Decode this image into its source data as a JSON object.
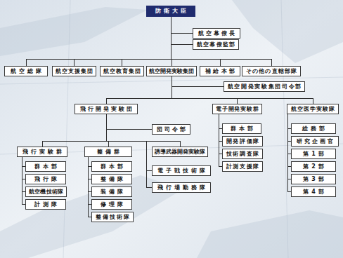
{
  "diagram": {
    "nodes": [
      {
        "text": [
          "防衛大臣"
        ]
      },
      {
        "text": [
          "航空幕僚長"
        ]
      },
      {
        "text": [
          "航空幕僚監部"
        ]
      },
      {
        "text": [
          "航空総隊"
        ]
      },
      {
        "text": [
          "航空支援集団"
        ]
      },
      {
        "text": [
          "航空教育集団"
        ]
      },
      {
        "text": [
          "航空開発実験集団"
        ]
      },
      {
        "text": [
          "補給本部"
        ]
      },
      {
        "text": [
          "その他の直轄部隊"
        ]
      },
      {
        "text": [
          "航空開発実験集団司令部"
        ]
      },
      {
        "text": [
          "飛行開発実験団"
        ]
      },
      {
        "text": [
          "電子開発実験群"
        ]
      },
      {
        "text": [
          "航空医学実験隊"
        ]
      },
      {
        "text": [
          "団司令部"
        ]
      },
      {
        "text": [
          "飛行実験群"
        ]
      },
      {
        "text": [
          "整備群"
        ]
      },
      {
        "text": [
          "誘導武器開発実験隊"
        ]
      },
      {
        "text": [
          "群本部"
        ]
      },
      {
        "text": [
          "飛行隊"
        ]
      },
      {
        "text": [
          "航空機技術隊"
        ]
      },
      {
        "text": [
          "計測隊"
        ]
      },
      {
        "text": [
          "群本部"
        ]
      },
      {
        "text": [
          "整備隊"
        ]
      },
      {
        "text": [
          "装備隊"
        ]
      },
      {
        "text": [
          "修理隊"
        ]
      },
      {
        "text": [
          "整備技術隊"
        ]
      },
      {
        "text": [
          "電子戦技術隊"
        ]
      },
      {
        "text": [
          "飛行場勤務隊"
        ]
      },
      {
        "text": [
          "群本部"
        ]
      },
      {
        "text": [
          "開発評価隊"
        ]
      },
      {
        "text": [
          "技術調査隊"
        ]
      },
      {
        "text": [
          "計測支援隊"
        ]
      },
      {
        "text": [
          "総務部"
        ]
      },
      {
        "text": [
          "研究企画官"
        ]
      },
      {
        "text": [
          "第1部"
        ]
      },
      {
        "text": [
          "第2部"
        ]
      },
      {
        "text": [
          "第3部"
        ]
      },
      {
        "text": [
          "第4部"
        ]
      }
    ],
    "edges": [
      {
        "from": 0,
        "to": 1,
        "arrow": "none"
      },
      {
        "from": 0,
        "to": 2,
        "arrow": "none"
      },
      {
        "from": 0,
        "to": 3,
        "arrow": "none"
      },
      {
        "from": 0,
        "to": 4,
        "arrow": "none"
      },
      {
        "from": 0,
        "to": 5,
        "arrow": "none"
      },
      {
        "from": 0,
        "to": 6,
        "arrow": "none"
      },
      {
        "from": 0,
        "to": 7,
        "arrow": "none"
      },
      {
        "from": 0,
        "to": 8,
        "arrow": "none"
      },
      {
        "from": 6,
        "to": 9,
        "arrow": "none"
      },
      {
        "from": 6,
        "to": 10,
        "arrow": "none"
      },
      {
        "from": 6,
        "to": 11,
        "arrow": "none"
      },
      {
        "from": 6,
        "to": 12,
        "arrow": "none"
      },
      {
        "from": 10,
        "to": 13,
        "arrow": "none"
      },
      {
        "from": 10,
        "to": 14,
        "arrow": "none"
      },
      {
        "from": 10,
        "to": 15,
        "arrow": "none"
      },
      {
        "from": 10,
        "to": 16,
        "arrow": "none"
      },
      {
        "from": 10,
        "to": 26,
        "arrow": "none"
      },
      {
        "from": 10,
        "to": 27,
        "arrow": "none"
      },
      {
        "from": 14,
        "to": 17,
        "arrow": "none"
      },
      {
        "from": 14,
        "to": 18,
        "arrow": "none"
      },
      {
        "from": 14,
        "to": 19,
        "arrow": "none"
      },
      {
        "from": 14,
        "to": 20,
        "arrow": "none"
      },
      {
        "from": 15,
        "to": 21,
        "arrow": "none"
      },
      {
        "from": 15,
        "to": 22,
        "arrow": "none"
      },
      {
        "from": 15,
        "to": 23,
        "arrow": "none"
      },
      {
        "from": 15,
        "to": 24,
        "arrow": "none"
      },
      {
        "from": 15,
        "to": 25,
        "arrow": "none"
      },
      {
        "from": 11,
        "to": 28,
        "arrow": "none"
      },
      {
        "from": 11,
        "to": 29,
        "arrow": "none"
      },
      {
        "from": 11,
        "to": 30,
        "arrow": "none"
      },
      {
        "from": 11,
        "to": 31,
        "arrow": "none"
      },
      {
        "from": 12,
        "to": 32,
        "arrow": "none"
      },
      {
        "from": 12,
        "to": 33,
        "arrow": "none"
      },
      {
        "from": 12,
        "to": 34,
        "arrow": "none"
      },
      {
        "from": 12,
        "to": 35,
        "arrow": "none"
      },
      {
        "from": 12,
        "to": 36,
        "arrow": "none"
      },
      {
        "from": 12,
        "to": 37,
        "arrow": "none"
      }
    ]
  }
}
